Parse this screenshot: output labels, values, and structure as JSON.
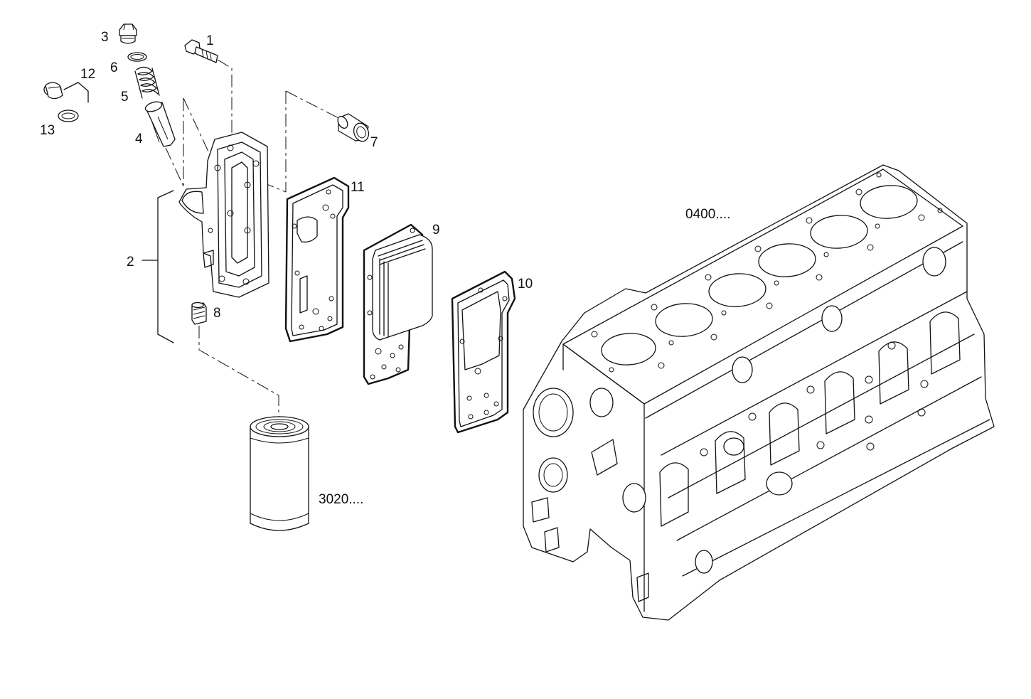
{
  "callouts": {
    "c1": "1",
    "c2": "2",
    "c3": "3",
    "c4": "4",
    "c5": "5",
    "c6": "6",
    "c7": "7",
    "c8": "8",
    "c9": "9",
    "c10": "10",
    "c11": "11",
    "c12": "12",
    "c13": "13",
    "filter_ref": "3020....",
    "block_ref": "0400...."
  },
  "colors": {
    "line": "#111111",
    "background": "#ffffff"
  }
}
